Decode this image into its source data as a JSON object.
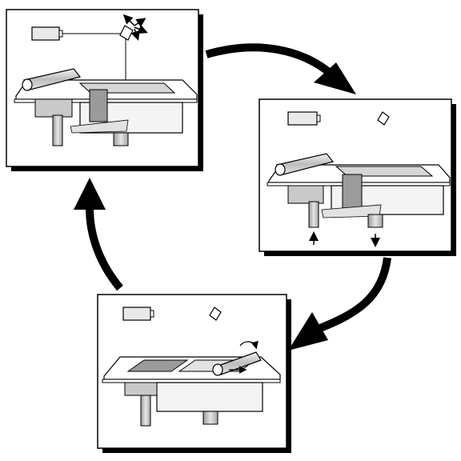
{
  "diagram": {
    "panels": [
      {
        "id": "step-1",
        "stage": "laser-scan",
        "rotation_arrows": true
      },
      {
        "id": "step-2",
        "stage": "platform-lower-and-powder-feed-raise",
        "vertical_arrows": true
      },
      {
        "id": "step-3",
        "stage": "roller-spread-powder",
        "roller_motion_arrows": true
      }
    ],
    "cycle_arrows": [
      "step-1-to-step-2",
      "step-2-to-step-3",
      "step-3-to-step-1"
    ],
    "colors": {
      "line": "#000000",
      "panel_fill": "#ffffff",
      "shadow": "#000000",
      "light_gray": "#e8e8e8",
      "mid_gray": "#bdbdbd",
      "dark_gray": "#8c8c8c"
    }
  }
}
